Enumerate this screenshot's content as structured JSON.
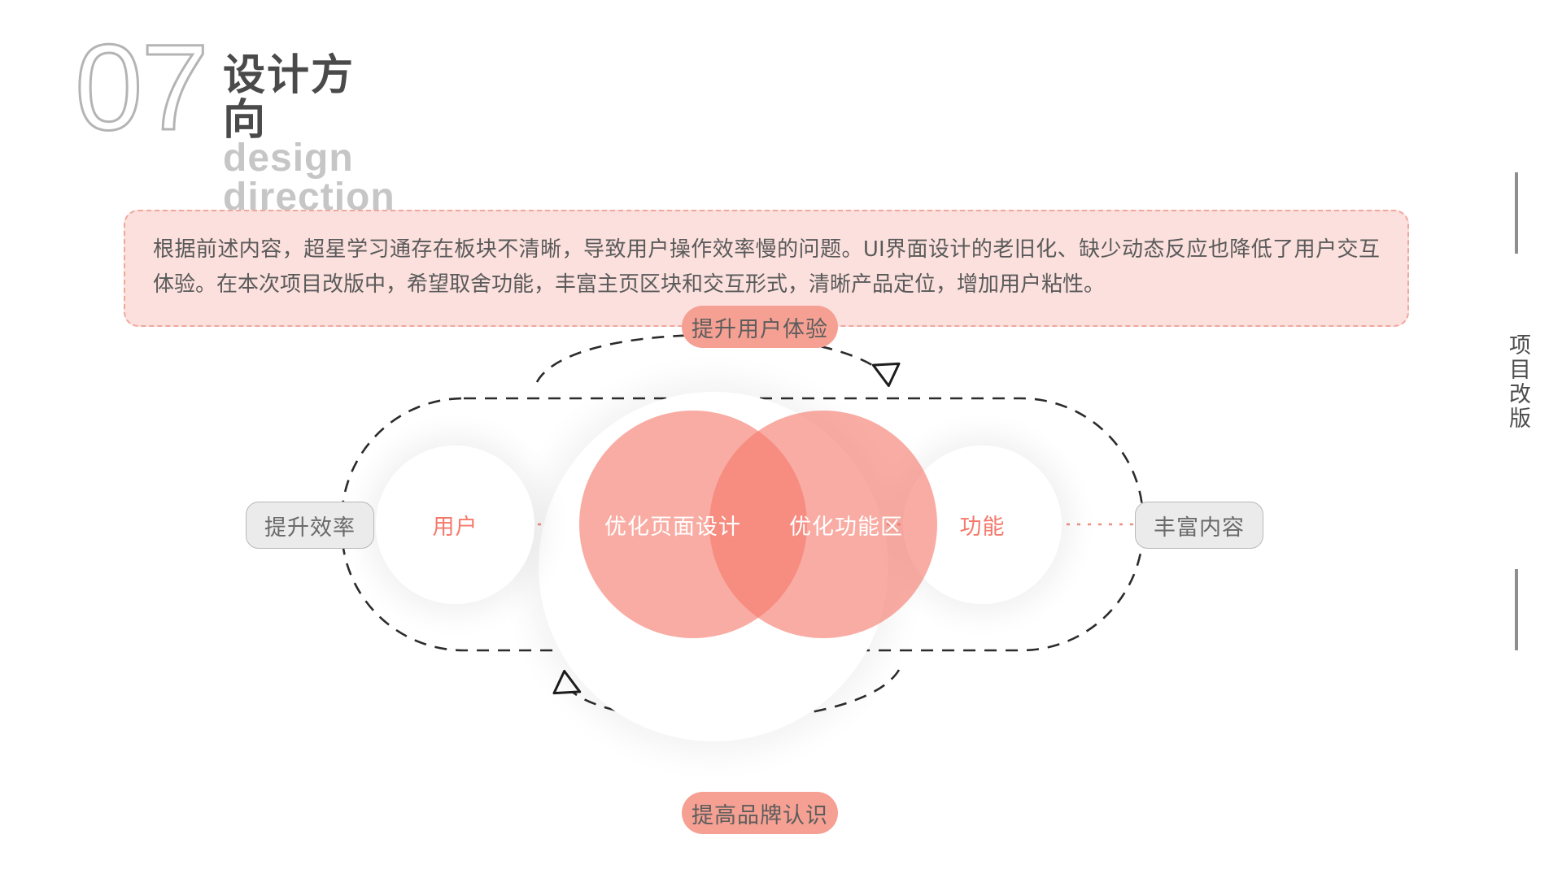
{
  "header": {
    "number": "07",
    "title_cn": "设计方向",
    "title_en": "design direction"
  },
  "intro": {
    "text": "根据前述内容，超星学习通存在板块不清晰，导致用户操作效率慢的问题。UI界面设计的老旧化、缺少动态反应也降低了用户交互体验。在本次项目改版中，希望取舍功能，丰富主页区块和交互形式，清晰产品定位，增加用户粘性。"
  },
  "diagram": {
    "top_pill": "提升用户体验",
    "bottom_pill": "提高品牌认识",
    "left_box": "提升效率",
    "right_box": "丰富内容",
    "left_circle": "用户",
    "right_circle": "功能",
    "venn_left": "优化页面设计",
    "venn_right": "优化功能区"
  },
  "right_rail": {
    "vertical_text": "项目改版"
  },
  "colors": {
    "salmon": "#f5796b",
    "pill_bg": "#f5a092",
    "intro_bg": "#fbe0dd",
    "intro_border": "#f0a79d",
    "title_dark": "#4a4a4a",
    "title_gray": "#c6c6c6",
    "box_bg": "#ebebeb",
    "box_border": "#b8b8b8",
    "rail_gray": "#8e8e8e"
  }
}
